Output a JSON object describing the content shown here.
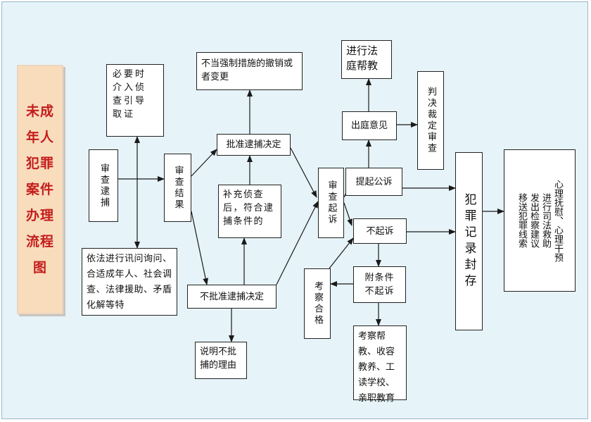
{
  "title": "未成年人犯罪案件办理流程图",
  "nodes": {
    "review_arrest": "审查逮捕",
    "guidance": "必要时\n介入侦\n查引导\n取证",
    "interrogation": "依法进行讯问询问、合适成年人、社会调查、法律援助、矛盾化解等特",
    "review_result": "审查结果",
    "revoke": "不当强制措施的撤销或者变更",
    "approve_arrest": "批准逮捕决定",
    "supplement": "补充侦查后，符合逮捕条件的",
    "reject_arrest": "不批准逮捕决定",
    "explain_reason": "说明不批捕的理由",
    "review_prosecution": "审查起诉",
    "court_education": "进行法庭帮教",
    "court_opinion": "出庭意见",
    "verdict_review": "判决裁定审查",
    "public_prosecution": "提起公诉",
    "no_prosecution": "不起诉",
    "observation_qualified": "考察合格",
    "conditional_no_prosecution": "附条件\n不起诉",
    "supervision": "考察帮教、收容教养、工读学校、亲职教育",
    "record_seal": "犯罪记录封存",
    "aftercare": "心理抚慰、心理干预\n进行司法救助\n发出检察建议\n移送犯罪线索"
  }
}
